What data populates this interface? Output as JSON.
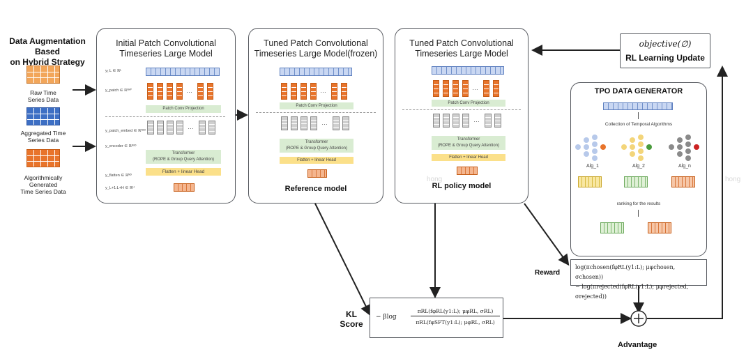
{
  "augmentation": {
    "title_line1": "Data Augmentation Based",
    "title_line2": "on Hybrid Strategy",
    "items": [
      {
        "line1": "Raw Time",
        "line2": "Series Data",
        "color": "#f2a65a"
      },
      {
        "line1": "Aggregated Time",
        "line2": "Series Data",
        "color": "#3d6fc4"
      },
      {
        "line1": "Algorithmically",
        "line2": "Generated",
        "line3": "Time Series Data",
        "color": "#e8742b"
      }
    ]
  },
  "initial_model": {
    "title_line1": "Initial Patch Convolutional",
    "title_line2": "Timeseries Large Model",
    "patch_conv": "Patch Conv Projection",
    "transformer_line1": "Transformer",
    "transformer_line2": "(ROPE & Group Query Attention)",
    "head": "Flatten + linear Head"
  },
  "reference_model": {
    "title_line1": "Tuned Patch Convolutional",
    "title_line2": "Timeseries Large Model(frozen)",
    "patch_conv": "Patch Conv Projection",
    "transformer_line1": "Transformer",
    "transformer_line2": "(ROPE & Group Query Attention)",
    "head": "Flatten + linear Head",
    "caption": "Reference model"
  },
  "policy_model": {
    "title_line1": "Tuned Patch Convolutional",
    "title_line2": "Timeseries Large Model",
    "patch_conv": "Patch Conv Projection",
    "transformer_line1": "Transformer",
    "transformer_line2": "(ROPE & Group Query Attention)",
    "head": "Flatten + linear Head",
    "caption": "RL policy model"
  },
  "rl_update": {
    "objective": "objective(∅)",
    "label": "RL Learning Update"
  },
  "tpo": {
    "title": "TPO DATA GENERATOR",
    "collection": "Collection of Temporal Algorithms",
    "algs": [
      "Alg_1",
      "Alg_2",
      "Alg_n"
    ],
    "ranking": "ranking for the results"
  },
  "reward": {
    "label": "Reward",
    "line1": "log(πchosen(fφRL(y1:L); μφchosen, σchosen))",
    "line2": "− log(πrejected(fφRL(y1:L); μφrejected, σrejected))"
  },
  "kl": {
    "label_line1": "KL",
    "label_line2": "Score",
    "prefix": "− βlog",
    "numerator": "πRL(fφRL(y1:L); μφRL, σRL)",
    "denominator": "πRL(fφSFT(y1:L); μφRL, σRL)"
  },
  "advantage": {
    "symbol": "+",
    "label": "Advantage"
  },
  "watermark": "hong",
  "colors": {
    "border": "#55585e",
    "arrow": "#222222",
    "orange": "#e8742b",
    "blue": "#3d6fc4",
    "green_band": "#d9ecd2",
    "yellow_band": "#fbe08a"
  }
}
